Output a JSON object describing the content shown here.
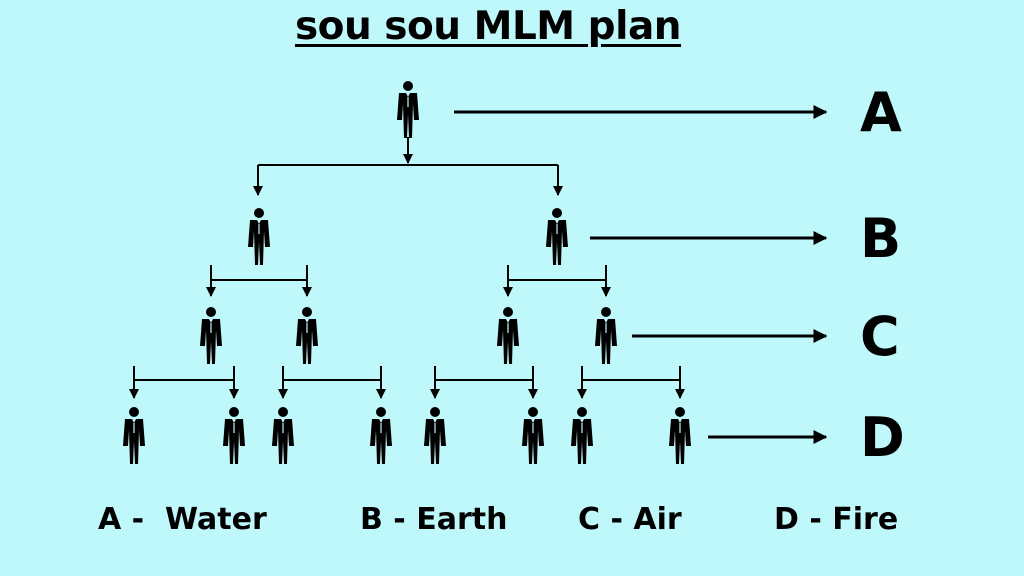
{
  "title": "sou sou MLM plan",
  "levels": [
    "A",
    "B",
    "C",
    "D"
  ],
  "legend": [
    "A -  Water",
    "B - Earth",
    "C - Air",
    "D - Fire"
  ],
  "colors": {
    "background": "#bff8fb",
    "ink": "#000000"
  },
  "icons": {
    "member": "person-in-suit-icon",
    "arrow": "arrow-right-icon"
  }
}
